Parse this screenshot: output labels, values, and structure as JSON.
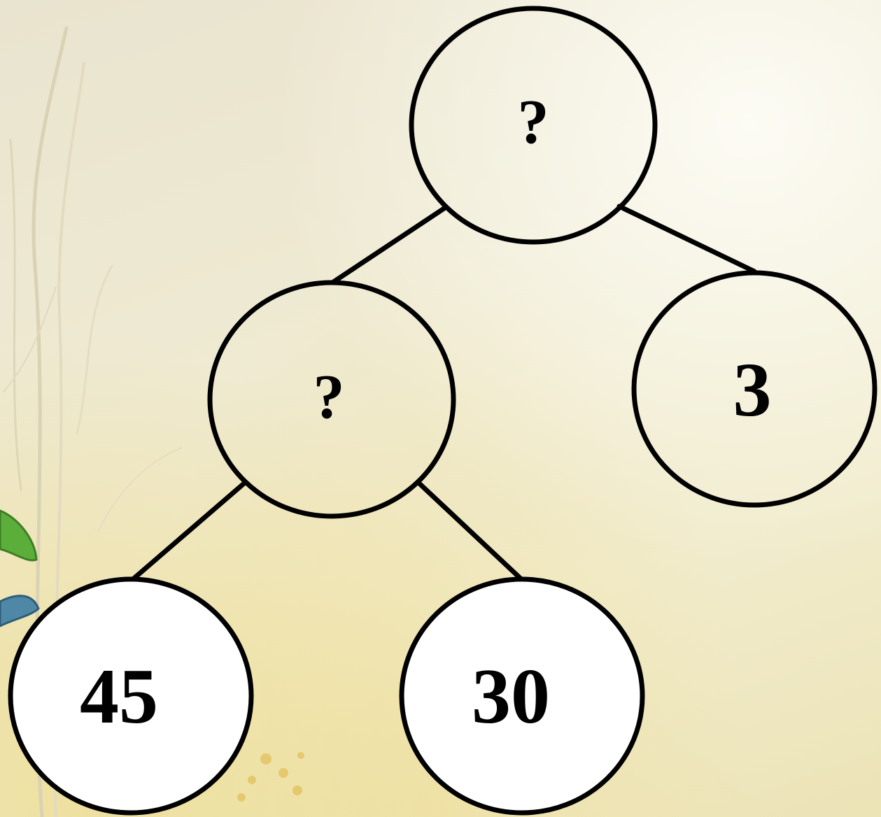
{
  "tree": {
    "nodes": {
      "root": {
        "label": "?"
      },
      "middle": {
        "label": "?"
      },
      "right": {
        "label": "3"
      },
      "leaf_left": {
        "label": "45"
      },
      "leaf_right": {
        "label": "30"
      }
    }
  },
  "colors": {
    "stroke": "#000000",
    "leaf_fill": "#ffffff",
    "background": "#efead2",
    "plant_green": "#5cae3a"
  }
}
